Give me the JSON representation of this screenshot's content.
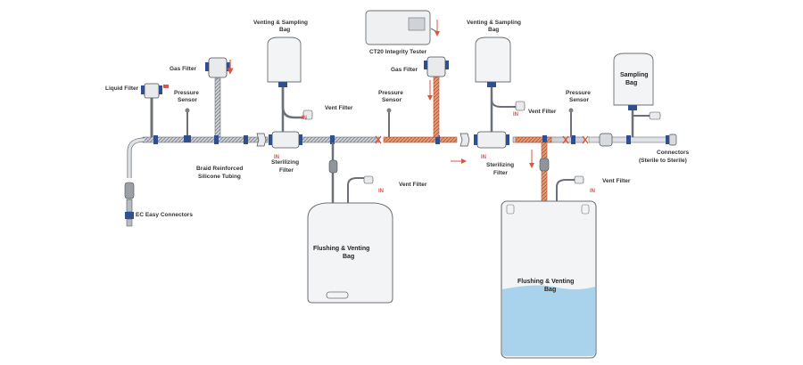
{
  "labels": {
    "liquid_filter": "Liquid Filter",
    "gas_filter_left": "Gas Filter",
    "pressure_sensor_1_l1": "Pressure",
    "pressure_sensor_1_l2": "Sensor",
    "venting_sampling_bag_1_l1": "Venting & Sampling",
    "venting_sampling_bag_1_l2": "Bag",
    "vent_filter_1": "Vent Filter",
    "pressure_sensor_2_l1": "Pressure",
    "pressure_sensor_2_l2": "Sensor",
    "ct20_tester": "CT20 Integrity Tester",
    "gas_filter_right": "Gas Filter",
    "venting_sampling_bag_2_l1": "Venting & Sampling",
    "venting_sampling_bag_2_l2": "Bag",
    "vent_filter_2": "Vent Filter",
    "pressure_sensor_3_l1": "Pressure",
    "pressure_sensor_3_l2": "Sensor",
    "sampling_bag_l1": "Sampling",
    "sampling_bag_l2": "Bag",
    "connectors_l1": "Connectors",
    "connectors_l2": "(Sterile to Sterile)",
    "braid_tubing_l1": "Braid Reinforced",
    "braid_tubing_l2": "Silicone Tubing",
    "sterilizing_filter_1_l1": "Sterilizing",
    "sterilizing_filter_1_l2": "Filter",
    "sterilizing_filter_2_l1": "Sterilizing",
    "sterilizing_filter_2_l2": "Filter",
    "vent_filter_3": "Vent Filter",
    "vent_filter_4": "Vent Filter",
    "ec_connectors": "EC Easy Connectors",
    "flushing_bag_1_l1": "Flushing & Venting",
    "flushing_bag_1_l2": "Bag",
    "flushing_bag_2_l1": "Flushing & Venting",
    "flushing_bag_2_l2": "Bag",
    "in_marker": "IN"
  },
  "colors": {
    "tube": "#8a8f96",
    "tube_dark": "#555b62",
    "clamp": "#2f4f8f",
    "flow_active": "#d36a3f",
    "arrow_red": "#e0533c",
    "liquid": "#a9d3ec",
    "bag_outline": "#6b6f74"
  }
}
